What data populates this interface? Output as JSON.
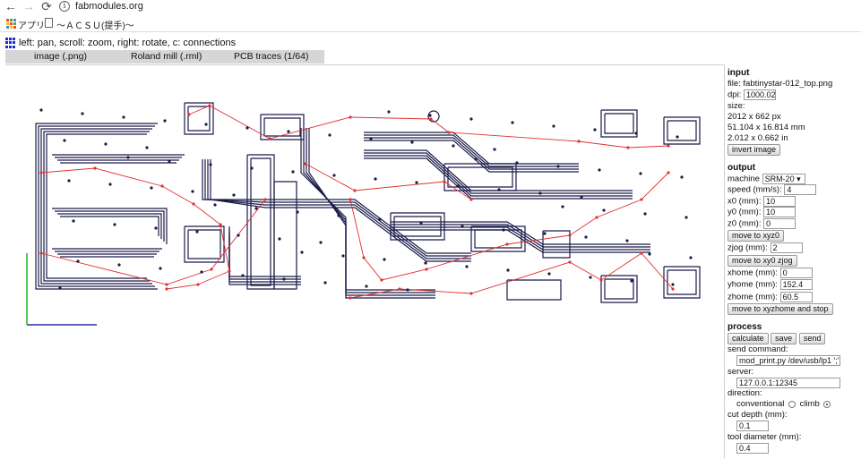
{
  "browser": {
    "url": "fabmodules.org",
    "bookmarks": [
      {
        "label": "アプリ",
        "icon": "apps-icon"
      },
      {
        "label": "～ＡＣＳＵ(提手)～",
        "icon": "page-icon"
      }
    ]
  },
  "app": {
    "hint": "left: pan, scroll: zoom, right: rotate, c: connections",
    "modules": [
      "image (.png)",
      "Roland mill (.rml)",
      "PCB traces (1/64)"
    ],
    "path_color": "#1a1a4a",
    "move_color": "#e03030",
    "axis_x_color": "#2a2aa0",
    "axis_y_color": "#20b020"
  },
  "input": {
    "title": "input",
    "file_label": "file: fabtinystar-012_top.png",
    "dpi_label": "dpi:",
    "dpi_value": "1000.023",
    "size_label": "size:",
    "size_px": "2012 x 662 px",
    "size_mm": "51.104 x 16.814 mm",
    "size_in": "2.012 x 0.662 in",
    "invert_button": "invert image"
  },
  "output": {
    "title": "output",
    "machine_label": "machine",
    "machine_value": "SRM-20",
    "speed_label": "speed (mm/s):",
    "speed_value": "4",
    "x0_label": "x0 (mm):",
    "x0_value": "10",
    "y0_label": "y0 (mm):",
    "y0_value": "10",
    "z0_label": "z0 (mm):",
    "z0_value": "0",
    "move_xyz0_button": "move to xyz0",
    "zjog_label": "zjog (mm):",
    "zjog_value": "2",
    "move_xy0zjog_button": "move to xy0 zjog",
    "xhome_label": "xhome (mm):",
    "xhome_value": "0",
    "yhome_label": "yhome (mm):",
    "yhome_value": "152.4",
    "zhome_label": "zhome (mm):",
    "zhome_value": "60.5",
    "move_home_button": "move to xyzhome and stop"
  },
  "process": {
    "title": "process",
    "calculate_button": "calculate",
    "save_button": "save",
    "send_button": "send",
    "send_command_label": "send command:",
    "send_command_value": "mod_print.py /dev/usb/lp1 ';'",
    "server_label": "server:",
    "server_value": "127.0.0.1:12345",
    "direction_label": "direction:",
    "conventional_label": "conventional",
    "climb_label": "climb",
    "cut_depth_label": "cut depth (mm):",
    "cut_depth_value": "0.1",
    "tool_diameter_label": "tool diameter (mm):",
    "tool_diameter_value": "0.4"
  }
}
